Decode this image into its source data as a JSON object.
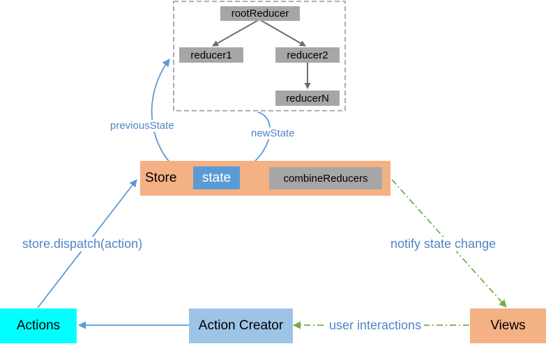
{
  "reducer_tree": {
    "root": "rootReducer",
    "reducer1": "reducer1",
    "reducer2": "reducer2",
    "reducerN": "reducerN"
  },
  "store": {
    "title": "Store",
    "state": "state",
    "combine": "combineReducers"
  },
  "edges": {
    "previous_state": "previousState",
    "new_state": "newState",
    "dispatch": "store.dispatch(action)",
    "notify": "notify state change",
    "user_interactions": "user interactions"
  },
  "nodes": {
    "actions": "Actions",
    "action_creator": "Action Creator",
    "views": "Views"
  },
  "colors": {
    "blue_arrow": "#5b9bd5",
    "green_dashdot": "#70ad47",
    "grey_arrow": "#6d6d6d",
    "store_bg": "#f4b183",
    "state_bg": "#5b9bd5",
    "actions_bg": "#00ffff",
    "action_creator_bg": "#9dc3e6",
    "views_bg": "#f4b183",
    "grey_box": "#a6a6a6"
  }
}
